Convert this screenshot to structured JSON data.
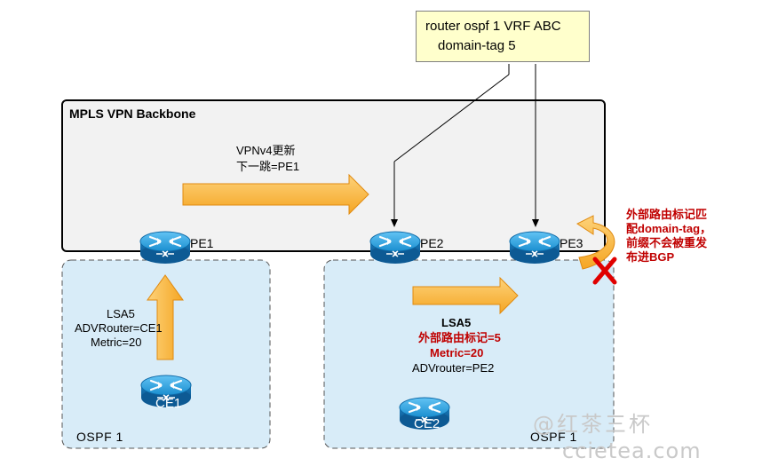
{
  "config_box": {
    "line1": "router ospf 1 VRF ABC",
    "line2": "domain-tag 5"
  },
  "backbone": {
    "title": "MPLS VPN Backbone"
  },
  "vpnv4_update": {
    "line1": "VPNv4更新",
    "line2": "下一跳=PE1"
  },
  "routers": {
    "pe1": "PE1",
    "pe2": "PE2",
    "pe3": "PE3",
    "ce1": "CE1",
    "ce2": "CE2"
  },
  "left_lsa": {
    "line1": "LSA5",
    "line2": "ADVRouter=CE1",
    "line3": "Metric=20"
  },
  "right_lsa": {
    "line1": "LSA5",
    "line2": "外部路由标记=5",
    "line3": "Metric=20",
    "line4": "ADVrouter=PE2"
  },
  "ospf_areas": {
    "left": "OSPF 1",
    "right": "OSPF 1"
  },
  "annotation": {
    "line1": "外部路由标记匹",
    "line2": "配domain-tag，",
    "line3": "前缀不会被重发",
    "line4": "布进BGP"
  },
  "watermark": {
    "line1": "@红茶三杯",
    "line2": "ccietea.com"
  },
  "colors": {
    "ospf_fill": "#d8ecf8",
    "backbone_fill": "#f2f2f2",
    "arrow_fill": "#fac05a",
    "arrow_stroke": "#e08a10",
    "router_blue": "#1b8fd0",
    "cross_red": "#e00000",
    "note_fill": "#ffffcc"
  }
}
